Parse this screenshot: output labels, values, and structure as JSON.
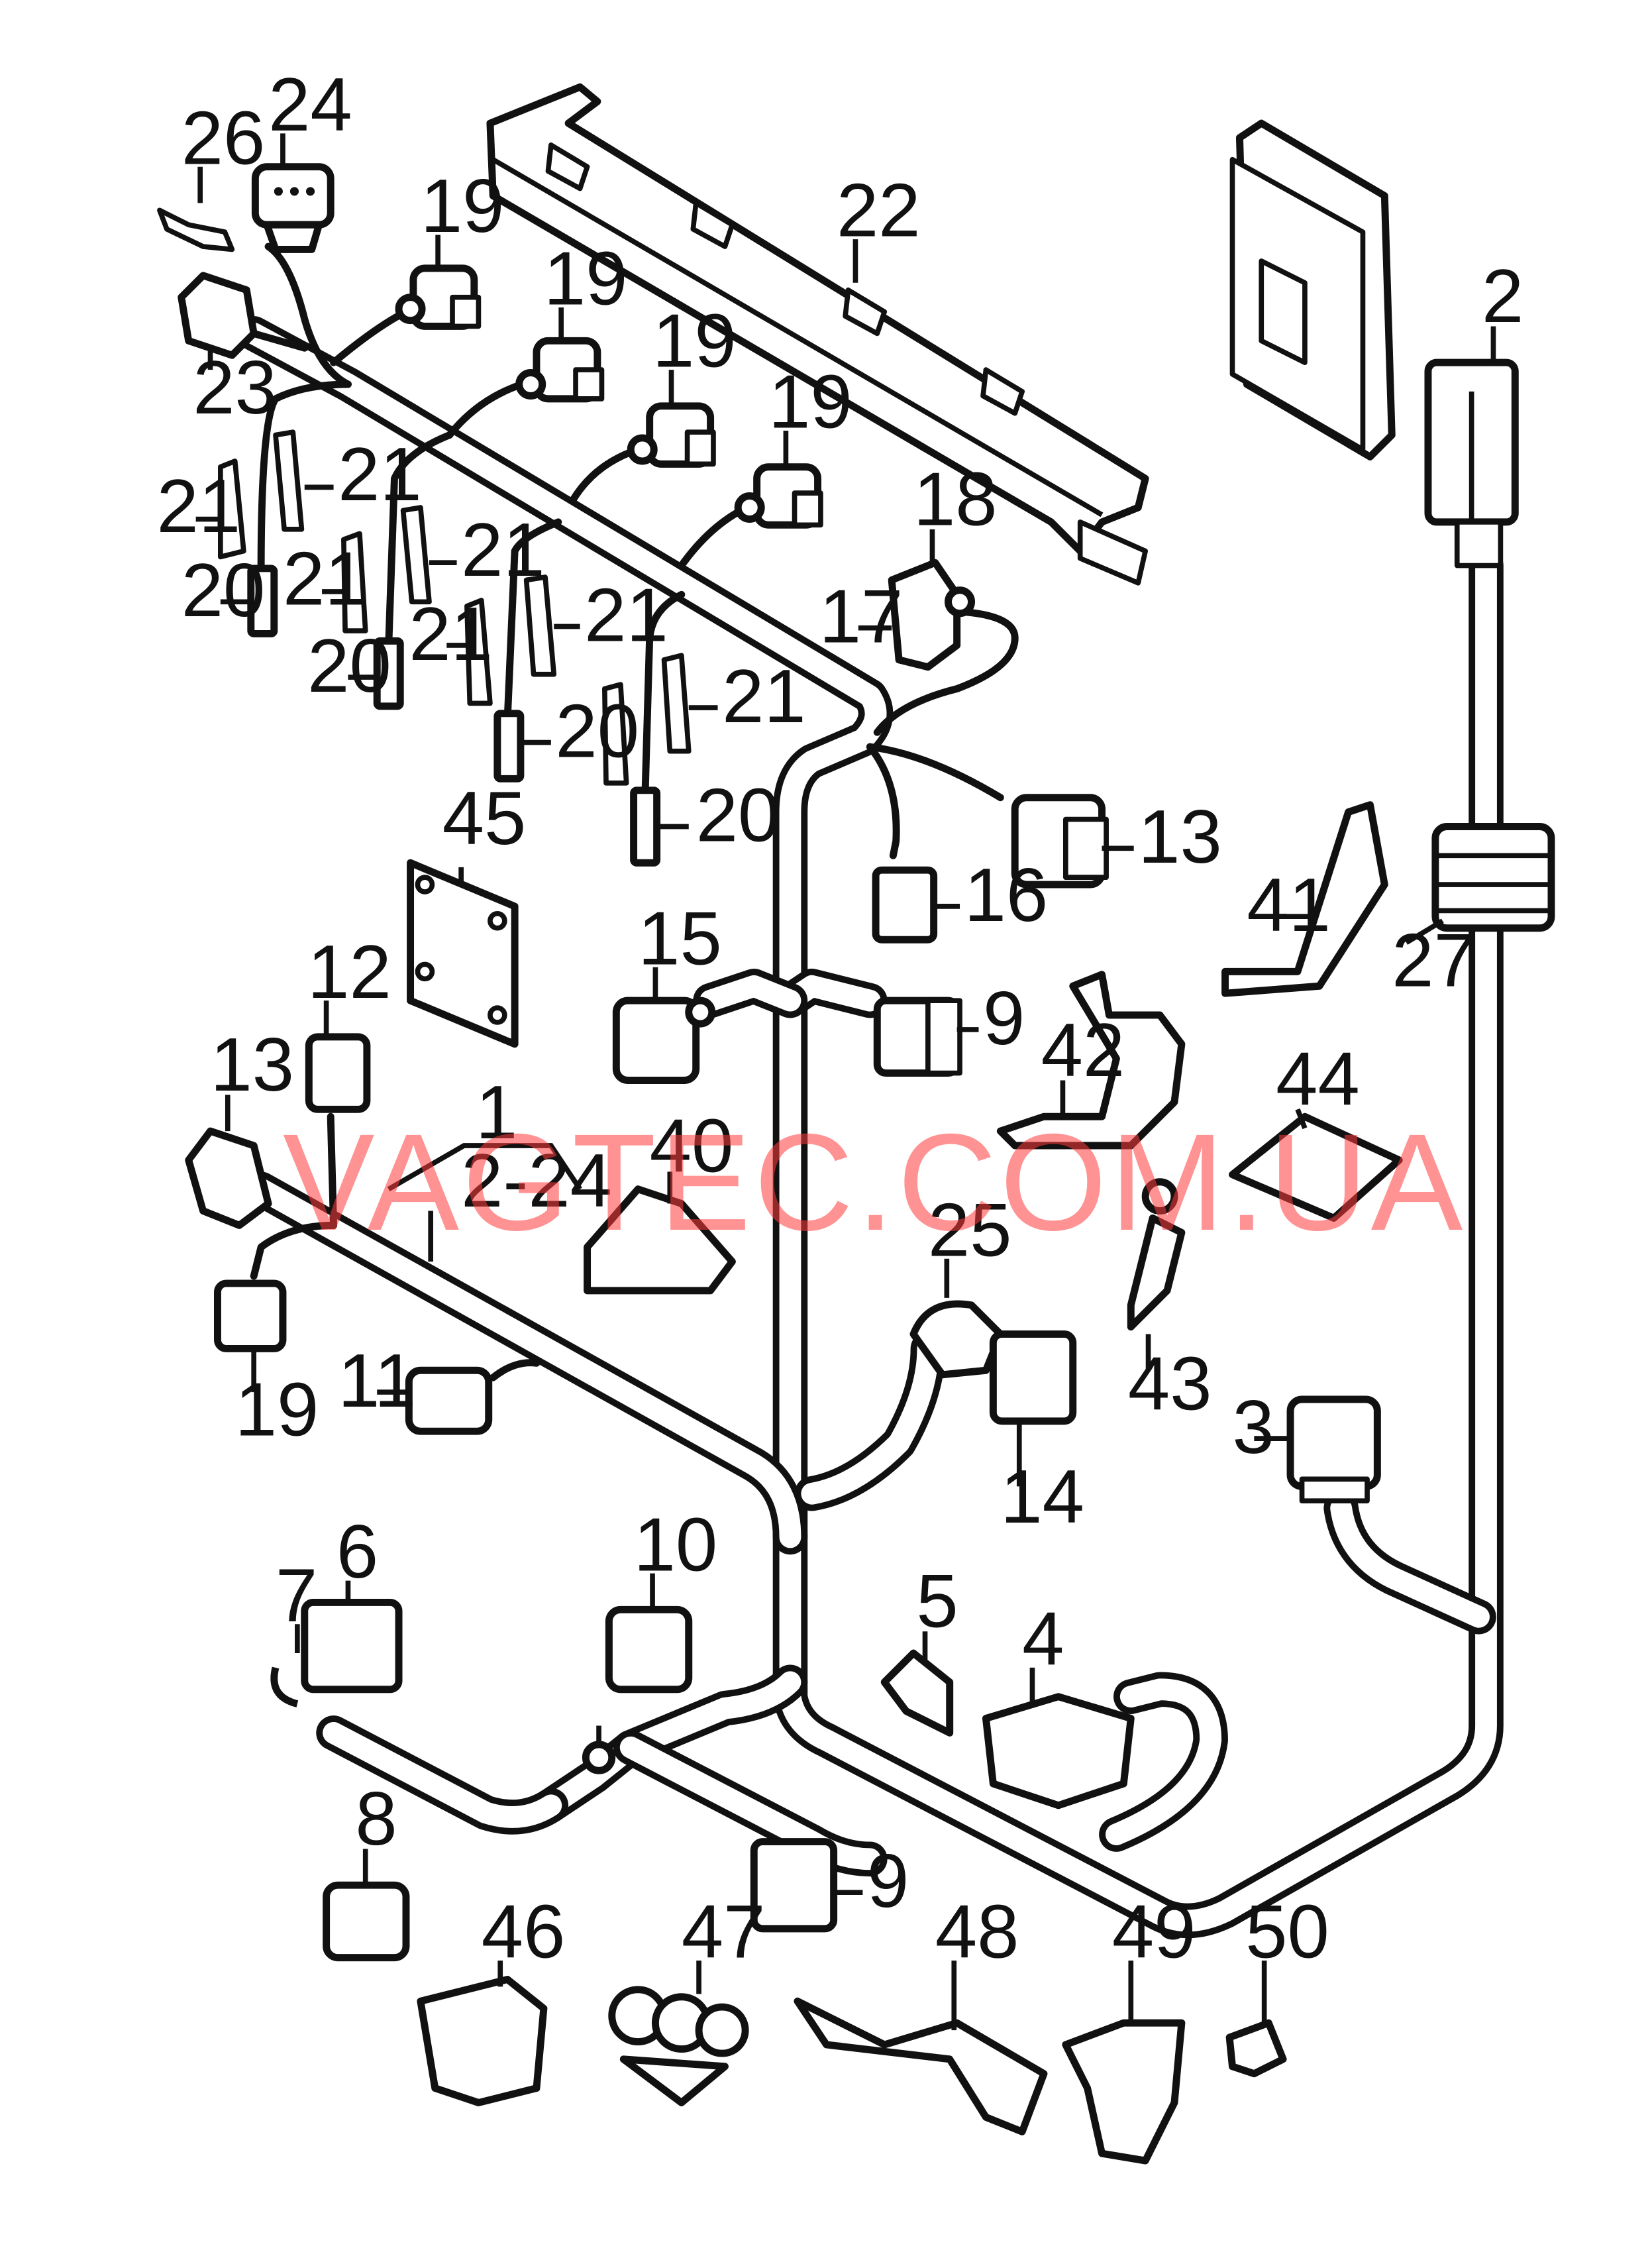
{
  "watermark": "VAGTEC.COM.UA",
  "accent_color": "#ff3b3b",
  "callouts": {
    "c1": "1",
    "c2_24": "2-24",
    "c2": "2",
    "c3": "3",
    "c4": "4",
    "c5": "5",
    "c6": "6",
    "c7": "7",
    "c8": "8",
    "c9": "9",
    "c10": "10",
    "c11": "11",
    "c12": "12",
    "c13": "13",
    "c14": "14",
    "c15": "15",
    "c16": "16",
    "c17": "17",
    "c18": "18",
    "c19": "19",
    "c20": "20",
    "c21": "21",
    "c22": "22",
    "c23": "23",
    "c24": "24",
    "c25": "25",
    "c26": "26",
    "c27": "27",
    "c40": "40",
    "c41": "41",
    "c42": "42",
    "c43": "43",
    "c44": "44",
    "c45": "45",
    "c46": "46",
    "c47": "47",
    "c48": "48",
    "c49": "49",
    "c50": "50"
  }
}
